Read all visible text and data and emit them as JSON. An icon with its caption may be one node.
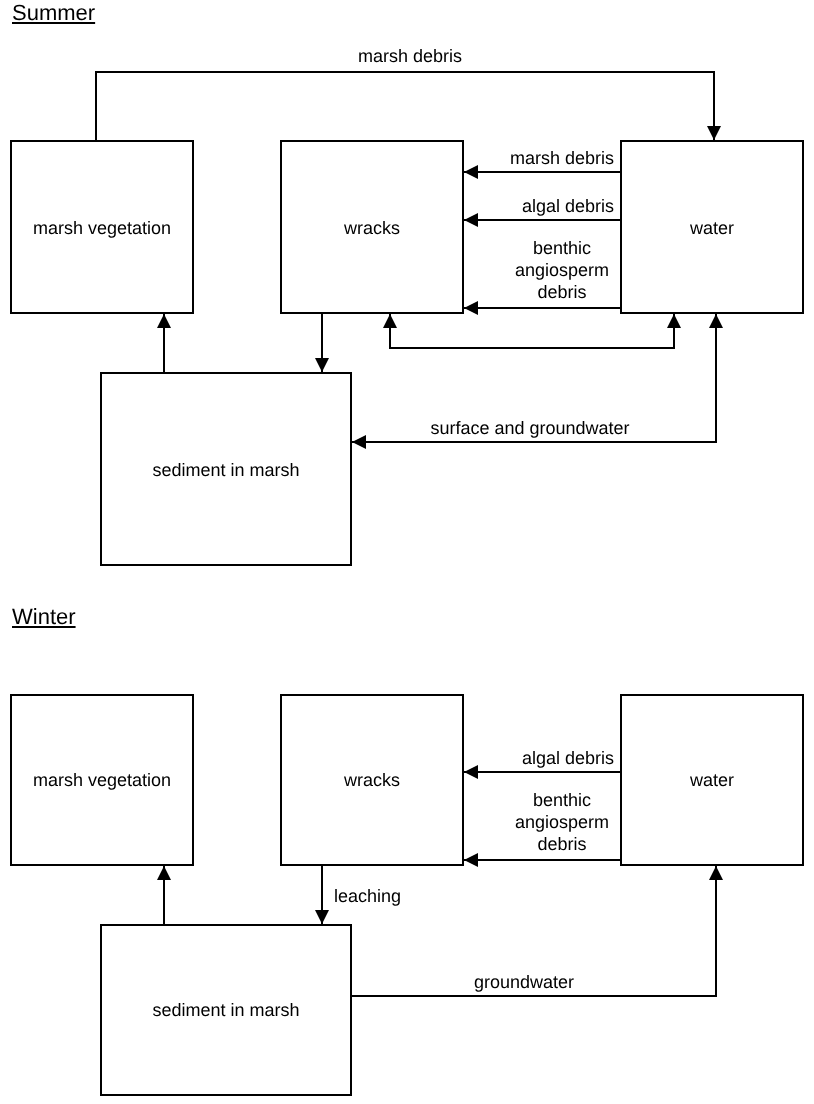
{
  "diagram": {
    "nodes": [
      {
        "text": [
          "marsh vegetation"
        ]
      },
      {
        "text": [
          "wracks"
        ]
      },
      {
        "text": [
          "water"
        ]
      },
      {
        "text": [
          "sediment in marsh"
        ]
      },
      {
        "text": [
          "marsh vegetation"
        ]
      },
      {
        "text": [
          "wracks"
        ]
      },
      {
        "text": [
          "water"
        ]
      },
      {
        "text": [
          "sediment in marsh"
        ]
      }
    ],
    "edges": [
      {
        "from": 0,
        "to": 2,
        "arrow": "to",
        "label": "marsh debris"
      },
      {
        "from": 2,
        "to": 1,
        "arrow": "to",
        "label": "marsh debris"
      },
      {
        "from": 2,
        "to": 1,
        "arrow": "to",
        "label": "algal debris"
      },
      {
        "from": 2,
        "to": 1,
        "arrow": "to",
        "label": "benthic angiosperm debris"
      },
      {
        "from": 1,
        "to": 2,
        "arrow": "both"
      },
      {
        "from": 1,
        "to": 3,
        "arrow": "to"
      },
      {
        "from": 3,
        "to": 0,
        "arrow": "to"
      },
      {
        "from": 2,
        "to": 3,
        "arrow": "both",
        "label": "surface and groundwater"
      },
      {
        "from": 6,
        "to": 5,
        "arrow": "to",
        "label": "algal debris"
      },
      {
        "from": 6,
        "to": 5,
        "arrow": "to",
        "label": "benthic angiosperm debris"
      },
      {
        "from": 5,
        "to": 7,
        "arrow": "to",
        "label": "leaching"
      },
      {
        "from": 7,
        "to": 4,
        "arrow": "to"
      },
      {
        "from": 7,
        "to": 6,
        "arrow": "to",
        "label": "groundwater"
      }
    ],
    "labels": [
      "Summer",
      "Winter"
    ]
  }
}
